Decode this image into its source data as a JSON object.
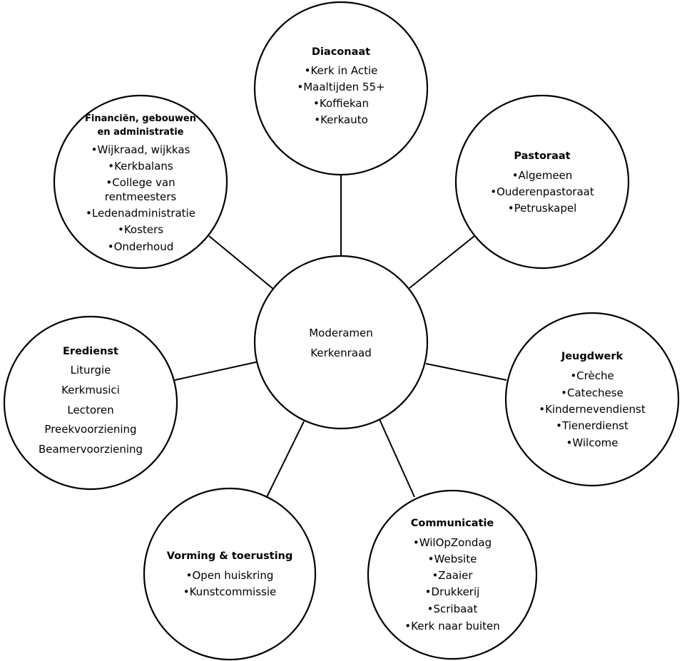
{
  "center": {
    "lines": [
      "Moderamen",
      "Kerkenraad"
    ]
  },
  "nodes": {
    "diaconaat": {
      "title": "Diaconaat",
      "items": [
        "•Kerk in Actie",
        "•Maaltijden 55+",
        "•Koffiekan",
        "•Kerkauto"
      ]
    },
    "pastoraat": {
      "title": "Pastoraat",
      "items": [
        "•Algemeen",
        "•Ouderenpastoraat",
        "•Petruskapel"
      ]
    },
    "jeugdwerk": {
      "title": "Jeugdwerk",
      "items": [
        "•Crèche",
        "•Catechese",
        "•Kindernevendienst",
        "•Tienerdienst",
        "•Wilcome"
      ]
    },
    "communicatie": {
      "title": "Communicatie",
      "items": [
        "•WilOpZondag",
        "•Website",
        "•Zaaier",
        "•Drukkerij",
        "•Scribaat",
        "•Kerk naar buiten"
      ]
    },
    "vorming": {
      "title": "Vorming & toerusting",
      "items": [
        "•Open huiskring",
        "•Kunstcommissie"
      ]
    },
    "eredienst": {
      "title": "Eredienst",
      "items": [
        "Liturgie",
        "Kerkmusici",
        "Lectoren",
        "Preekvoorziening",
        "Beamervoorziening"
      ]
    },
    "financien": {
      "title_lines": [
        "Financiën, gebouwen",
        "en administratie"
      ],
      "items": [
        "•Wijkraad, wijkkas",
        "•Kerkbalans",
        "•College van",
        "rentmeesters",
        "•Ledenadministratie",
        "•Kosters",
        "•Onderhoud"
      ]
    }
  }
}
